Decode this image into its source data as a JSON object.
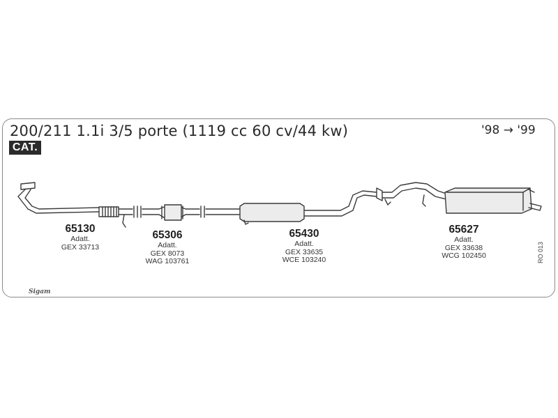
{
  "title": "200/211 1.1i 3/5 porte (1119 cc 60 cv/44 kw)",
  "years": "'98 → '99",
  "badge": "CAT.",
  "parts": [
    {
      "code": "65130",
      "lines": [
        "Adatt.",
        "GEX 33713"
      ]
    },
    {
      "code": "65306",
      "lines": [
        "Adatt.",
        "GEX 8073",
        "WAG 103761"
      ]
    },
    {
      "code": "65430",
      "lines": [
        "Adatt.",
        "GEX 33635",
        "WCE 103240"
      ]
    },
    {
      "code": "65627",
      "lines": [
        "Adatt.",
        "GEX 33638",
        "WCG 102450"
      ]
    }
  ],
  "reference": "RO 013",
  "logo": "Sigam",
  "colors": {
    "line": "#3a3a3a",
    "fill": "#e8e8e8",
    "border": "#8a8a8a"
  }
}
